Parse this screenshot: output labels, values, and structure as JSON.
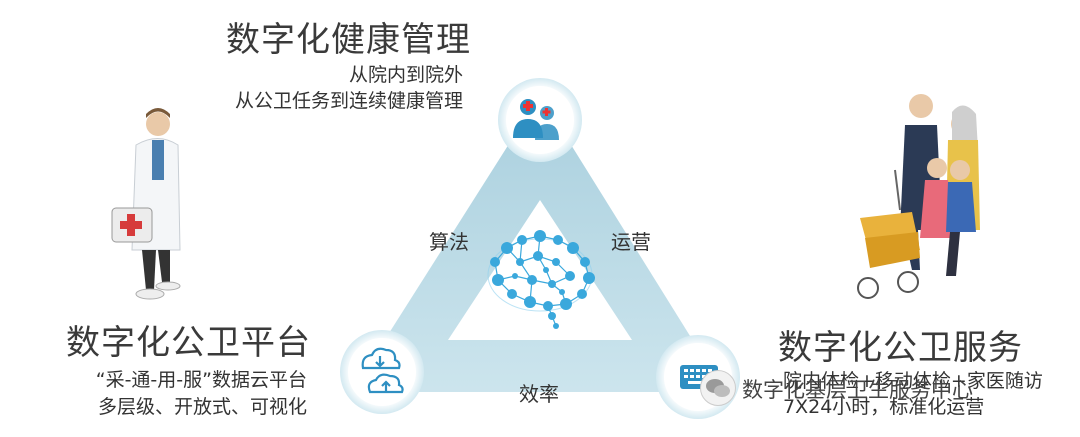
{
  "top": {
    "title": "数字化健康管理",
    "sub1": "从院内到院外",
    "sub2": "从公卫任务到连续健康管理"
  },
  "left": {
    "title": "数字化公卫平台",
    "sub1": "“采-通-用-服”数据云平台",
    "sub2": "多层级、开放式、可视化"
  },
  "right": {
    "title": "数字化公卫服务",
    "sub1": "院内体检+移动体检+家医随访",
    "sub2": "7X24小时，标准化运营"
  },
  "edges": {
    "left": "算法",
    "right": "运营",
    "bottom": "效率"
  },
  "watermark": "数字化基层卫生服务中心",
  "colors": {
    "triangle": "#a9cfdc",
    "inner_triangle": "#ffffff",
    "circle_ring": "#d6ebf2",
    "icon_blue": "#2e8fc2",
    "brain_blue": "#39a9dc"
  },
  "icons": {
    "top": "doctors-icon",
    "left": "cloud-sync-icon",
    "right": "keyboard-icon"
  }
}
